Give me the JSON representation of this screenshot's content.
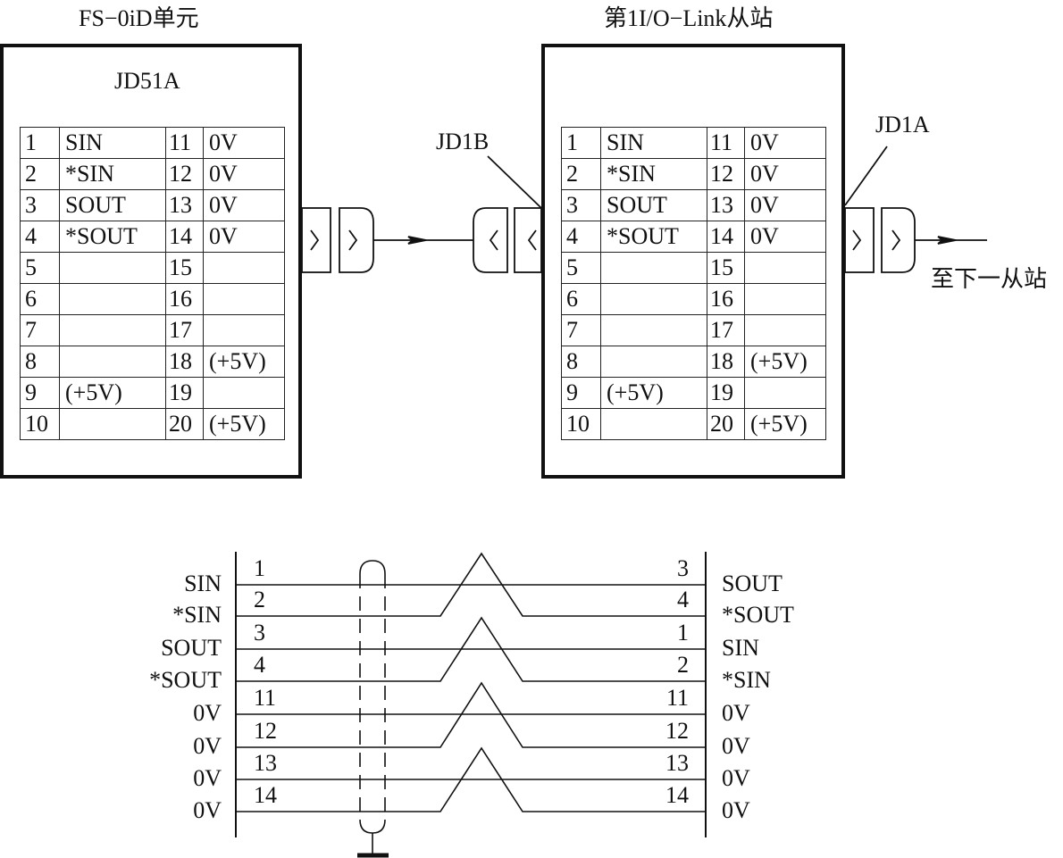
{
  "units": [
    {
      "title": "FS−0iD单元",
      "connector_name": "JD51A",
      "pins": [
        {
          "n1": "1",
          "s1": "SIN",
          "n2": "11",
          "s2": "0V"
        },
        {
          "n1": "2",
          "s1": "*SIN",
          "n2": "12",
          "s2": "0V"
        },
        {
          "n1": "3",
          "s1": "SOUT",
          "n2": "13",
          "s2": "0V"
        },
        {
          "n1": "4",
          "s1": "*SOUT",
          "n2": "14",
          "s2": "0V"
        },
        {
          "n1": "5",
          "s1": "",
          "n2": "15",
          "s2": ""
        },
        {
          "n1": "6",
          "s1": "",
          "n2": "16",
          "s2": ""
        },
        {
          "n1": "7",
          "s1": "",
          "n2": "17",
          "s2": ""
        },
        {
          "n1": "8",
          "s1": "",
          "n2": "18",
          "s2": "(+5V)"
        },
        {
          "n1": "9",
          "s1": "(+5V)",
          "n2": "19",
          "s2": ""
        },
        {
          "n1": "10",
          "s1": "",
          "n2": "20",
          "s2": "(+5V)"
        }
      ]
    },
    {
      "title": "第1I/O−Link从站",
      "connector_in": "JD1B",
      "connector_out": "JD1A",
      "pins": [
        {
          "n1": "1",
          "s1": "SIN",
          "n2": "11",
          "s2": "0V"
        },
        {
          "n1": "2",
          "s1": "*SIN",
          "n2": "12",
          "s2": "0V"
        },
        {
          "n1": "3",
          "s1": "SOUT",
          "n2": "13",
          "s2": "0V"
        },
        {
          "n1": "4",
          "s1": "*SOUT",
          "n2": "14",
          "s2": "0V"
        },
        {
          "n1": "5",
          "s1": "",
          "n2": "15",
          "s2": ""
        },
        {
          "n1": "6",
          "s1": "",
          "n2": "16",
          "s2": ""
        },
        {
          "n1": "7",
          "s1": "",
          "n2": "17",
          "s2": ""
        },
        {
          "n1": "8",
          "s1": "",
          "n2": "18",
          "s2": "(+5V)"
        },
        {
          "n1": "9",
          "s1": "(+5V)",
          "n2": "19",
          "s2": ""
        },
        {
          "n1": "10",
          "s1": "",
          "n2": "20",
          "s2": "(+5V)"
        }
      ]
    }
  ],
  "next_station_label": "至下一从站",
  "cable": {
    "wires": [
      {
        "left_signal": "SIN",
        "left_pin": "1",
        "right_pin": "3",
        "right_signal": "SOUT",
        "twisted": false
      },
      {
        "left_signal": "*SIN",
        "left_pin": "2",
        "right_pin": "4",
        "right_signal": "*SOUT",
        "twisted": true
      },
      {
        "left_signal": "SOUT",
        "left_pin": "3",
        "right_pin": "1",
        "right_signal": "SIN",
        "twisted": false
      },
      {
        "left_signal": "*SOUT",
        "left_pin": "4",
        "right_pin": "2",
        "right_signal": "*SIN",
        "twisted": true
      },
      {
        "left_signal": "0V",
        "left_pin": "11",
        "right_pin": "11",
        "right_signal": "0V",
        "twisted": false
      },
      {
        "left_signal": "0V",
        "left_pin": "12",
        "right_pin": "12",
        "right_signal": "0V",
        "twisted": true
      },
      {
        "left_signal": "0V",
        "left_pin": "13",
        "right_pin": "13",
        "right_signal": "0V",
        "twisted": false
      },
      {
        "left_signal": "0V",
        "left_pin": "14",
        "right_pin": "14",
        "right_signal": "0V",
        "twisted": true
      }
    ],
    "shield": "grounded"
  }
}
